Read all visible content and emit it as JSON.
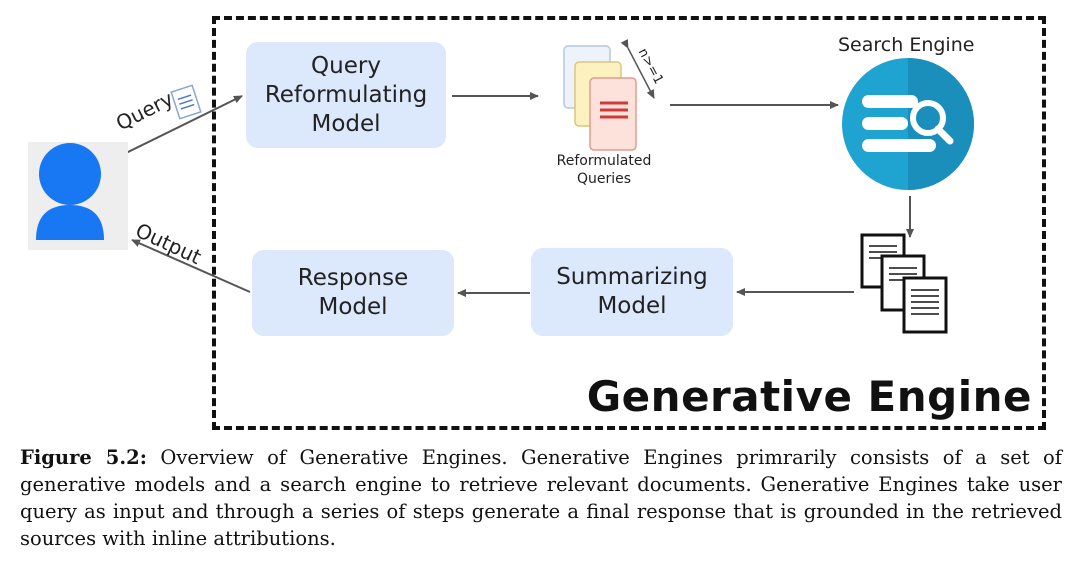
{
  "diagram": {
    "nodes": {
      "query_model": "Query\nReformulating\nModel",
      "response_model": "Response\nModel",
      "summarizing_model": "Summarizing\nModel"
    },
    "labels": {
      "query": "Query",
      "output": "Output",
      "search_engine": "Search Engine",
      "reformulated": "Reformulated\nQueries",
      "n_count": "n>=1",
      "engine_title": "Generative Engine"
    },
    "colors": {
      "box_fill": "#dce8fb",
      "user_icon": "#1877f2",
      "search_icon": "#1fa3d1",
      "arrow": "#555555"
    },
    "icons": [
      "user-icon",
      "document-icon",
      "query-pages-icon",
      "search-engine-icon",
      "documents-stack-icon"
    ]
  },
  "caption": {
    "label": "Figure 5.2:",
    "text": " Overview of Generative Engines. Generative Engines primrarily consists of a set of generative models and a search engine to retrieve relevant documents. Generative Engines take user query as input and through a series of steps generate a final response that is grounded in the retrieved sources with inline attributions."
  }
}
